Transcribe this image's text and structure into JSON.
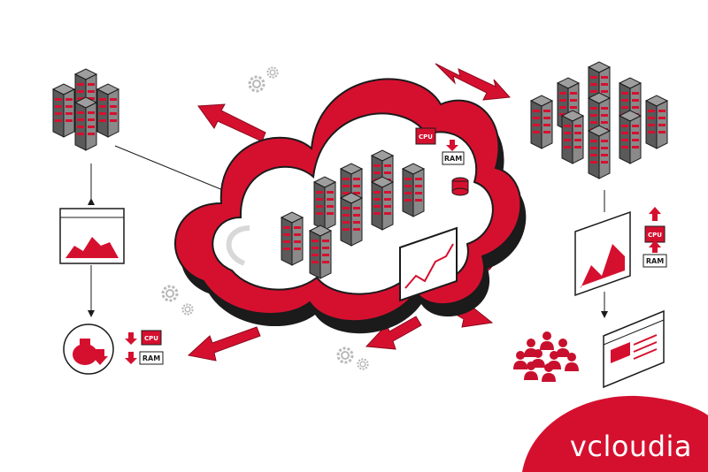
{
  "brand": {
    "logo_text": "vcloudia",
    "accent": "#d5102f",
    "dark": "#1b1b1b"
  },
  "chip_labels": {
    "cloud_cpu": "CPU",
    "cloud_ram": "RAM",
    "right_cpu": "CPU",
    "right_ram": "RAM",
    "left_cpu": "CPU",
    "left_ram": "RAM"
  }
}
